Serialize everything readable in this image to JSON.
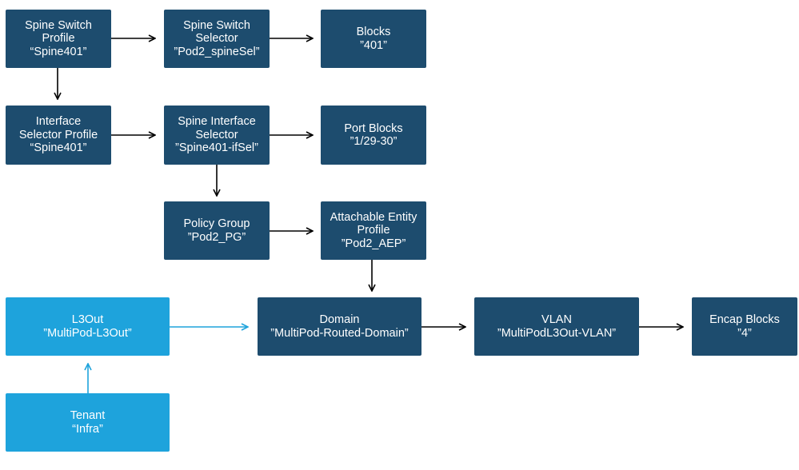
{
  "colors": {
    "dark_box": "#1d4c6e",
    "light_box": "#1ea3dc",
    "dark_arrow": "#000000",
    "light_arrow": "#1ea3dc"
  },
  "boxes": {
    "spine_switch_profile": [
      "Spine Switch",
      "Profile",
      "“Spine401”"
    ],
    "spine_switch_selector": [
      "Spine Switch",
      "Selector",
      "”Pod2_spineSel”"
    ],
    "blocks": [
      "Blocks",
      "”401”"
    ],
    "interface_selector_profile": [
      "Interface",
      "Selector Profile",
      "“Spine401”"
    ],
    "spine_interface_selector": [
      "Spine Interface",
      "Selector",
      "”Spine401-ifSel”"
    ],
    "port_blocks": [
      "Port Blocks",
      "”1/29-30”"
    ],
    "policy_group": [
      "Policy Group",
      "”Pod2_PG”"
    ],
    "attachable_entity_profile": [
      "Attachable Entity",
      "Profile",
      "”Pod2_AEP”"
    ],
    "l3out": [
      "L3Out",
      "”MultiPod-L3Out”"
    ],
    "domain": [
      "Domain",
      "”MultiPod-Routed-Domain”"
    ],
    "vlan": [
      "VLAN",
      "”MultiPodL3Out-VLAN”"
    ],
    "encap_blocks": [
      "Encap Blocks",
      "”4”"
    ],
    "tenant": [
      "Tenant",
      "“Infra”"
    ]
  }
}
